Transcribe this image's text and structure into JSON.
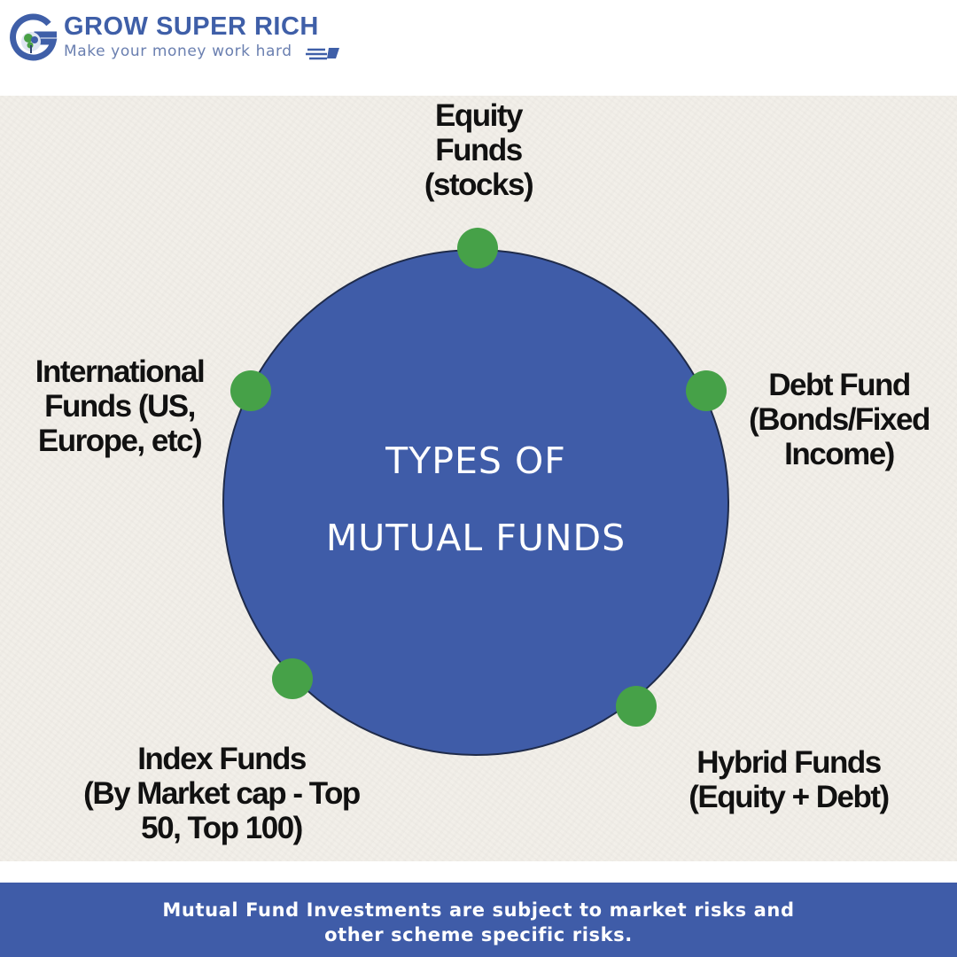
{
  "brand": {
    "name": "GROW SUPER RICH",
    "tagline": "Make your money work hard"
  },
  "center": {
    "line1": "TYPES OF",
    "line2": "MUTUAL FUNDS"
  },
  "nodes": [
    {
      "id": "equity",
      "lines": [
        "Equity",
        "Funds",
        "(stocks)"
      ]
    },
    {
      "id": "debt",
      "lines": [
        "Debt Fund",
        "(Bonds/Fixed",
        "Income)"
      ]
    },
    {
      "id": "hybrid",
      "lines": [
        "Hybrid Funds",
        "(Equity + Debt)"
      ]
    },
    {
      "id": "index",
      "lines": [
        "Index Funds",
        "(By Market cap - Top",
        "50, Top 100)"
      ]
    },
    {
      "id": "international",
      "lines": [
        "International",
        "Funds (US,",
        "Europe, etc)"
      ]
    }
  ],
  "disclaimer": {
    "line1": "Mutual Fund Investments are subject to market risks and",
    "line2": "other scheme specific risks."
  },
  "colors": {
    "brand_blue": "#3f5ca8",
    "node_green": "#46a148",
    "paper": "#f2efe9"
  }
}
